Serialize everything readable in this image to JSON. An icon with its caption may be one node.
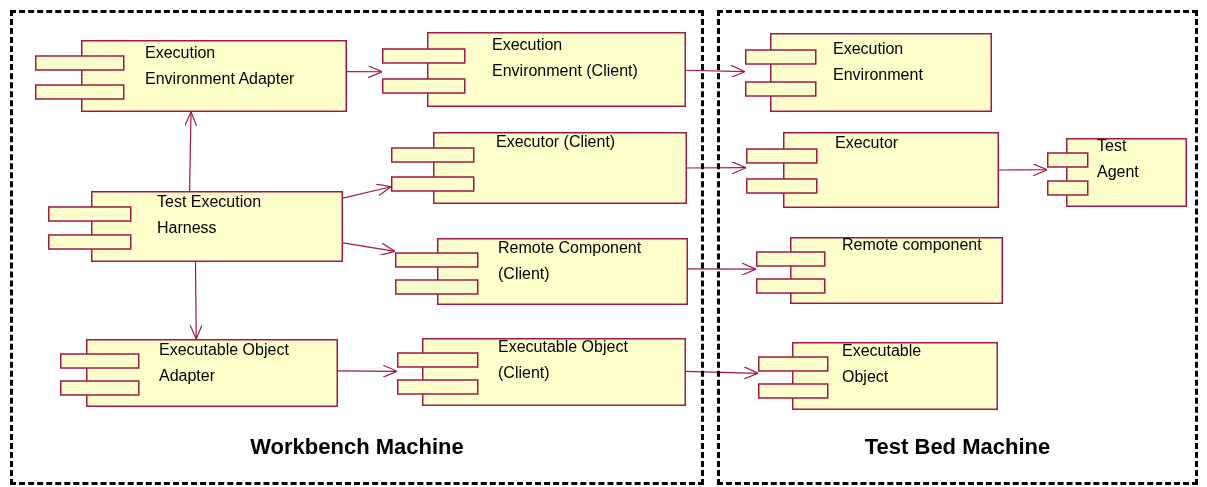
{
  "diagram": {
    "nodes": [
      {
        "text": [
          "Workbench Machine"
        ]
      },
      {
        "text": [
          "Test Bed Machine"
        ]
      },
      {
        "text": [
          "Execution Environment Adapter"
        ],
        "in": 0
      },
      {
        "text": [
          "Execution Environment (Client)"
        ],
        "in": 0
      },
      {
        "text": [
          "Test Execution Harness"
        ],
        "in": 0
      },
      {
        "text": [
          "Executor (Client)"
        ],
        "in": 0
      },
      {
        "text": [
          "Remote Component (Client)"
        ],
        "in": 0
      },
      {
        "text": [
          "Executable Object Adapter"
        ],
        "in": 0
      },
      {
        "text": [
          "Executable Object (Client)"
        ],
        "in": 0
      },
      {
        "text": [
          "Execution Environment"
        ],
        "in": 1
      },
      {
        "text": [
          "Executor"
        ],
        "in": 1
      },
      {
        "text": [
          "Test Agent"
        ],
        "in": 1
      },
      {
        "text": [
          "Remote component"
        ],
        "in": 1
      },
      {
        "text": [
          "Executable Object"
        ],
        "in": 1
      }
    ],
    "edges": [
      {
        "from": 2,
        "to": 3,
        "arrow": "to"
      },
      {
        "from": 3,
        "to": 9,
        "arrow": "to"
      },
      {
        "from": 4,
        "to": 2,
        "arrow": "to"
      },
      {
        "from": 4,
        "to": 5,
        "arrow": "to"
      },
      {
        "from": 4,
        "to": 6,
        "arrow": "to"
      },
      {
        "from": 4,
        "to": 7,
        "arrow": "to"
      },
      {
        "from": 5,
        "to": 10,
        "arrow": "to"
      },
      {
        "from": 6,
        "to": 12,
        "arrow": "to"
      },
      {
        "from": 7,
        "to": 8,
        "arrow": "to"
      },
      {
        "from": 8,
        "to": 13,
        "arrow": "to"
      },
      {
        "from": 10,
        "to": 11,
        "arrow": "to"
      }
    ]
  }
}
